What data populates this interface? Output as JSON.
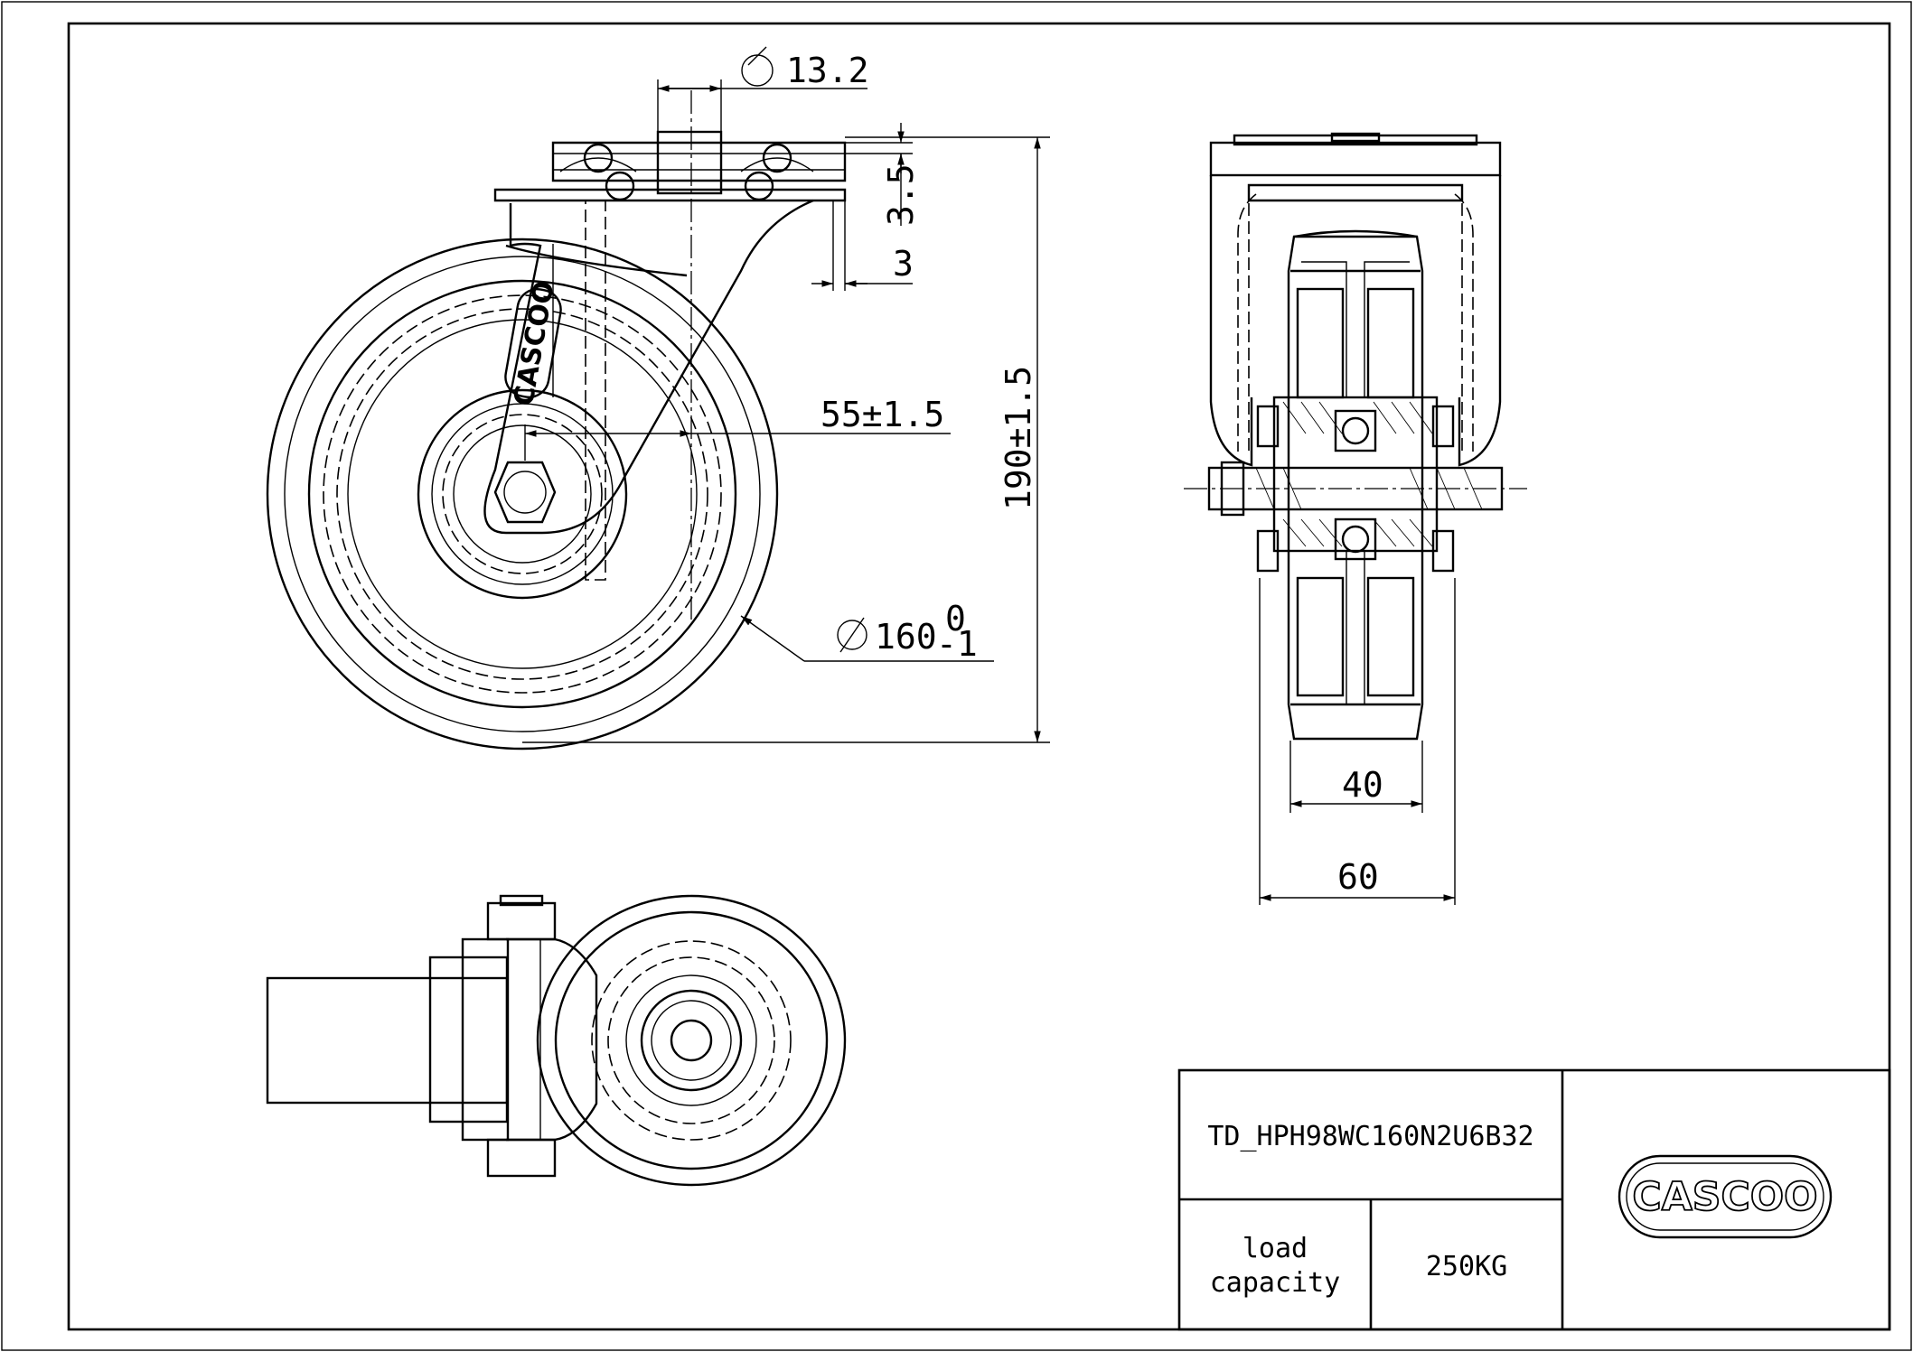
{
  "dimensions": {
    "bolt_hole_diameter": "13.2",
    "raceway_height": "3.5",
    "offset_small": "3",
    "swivel_offset": "55±1.5",
    "overall_height": "190±1.5",
    "wheel_diameter": "160",
    "wheel_diameter_upper_tol": "0",
    "wheel_diameter_lower_tol": "-1",
    "wheel_width": "40",
    "fork_width": "60"
  },
  "logo_text": "CASCOO",
  "title_block": {
    "part_number": "TD_HPH98WC160N2U6B32",
    "load_label": "load capacity",
    "load_label_line1": "load",
    "load_label_line2": "capacity",
    "load_value": "250KG",
    "company_logo": "CASCOO"
  }
}
